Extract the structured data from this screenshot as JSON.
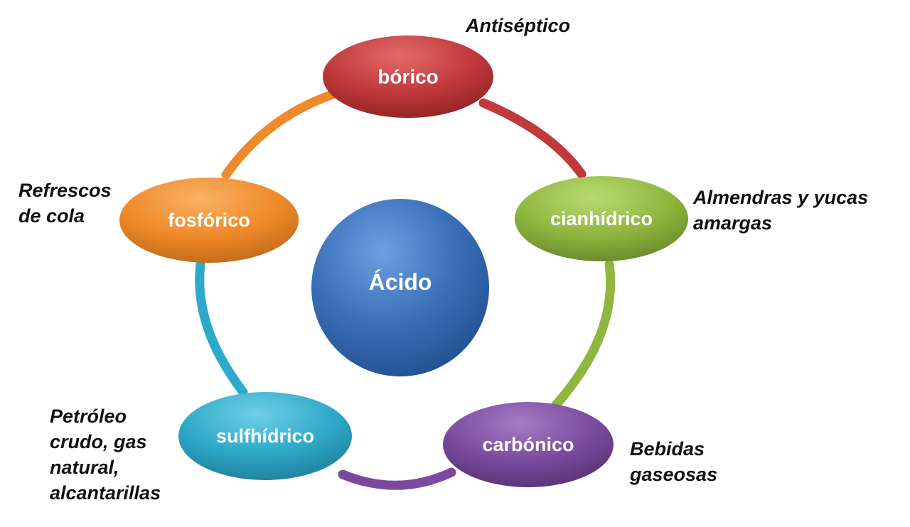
{
  "center": {
    "label": "Ácido",
    "color": "#3a6fb8"
  },
  "nodes": [
    {
      "id": "borico",
      "label": "bórico",
      "color": "#c0393b",
      "annotation_lines": [
        "Antiséptico"
      ]
    },
    {
      "id": "cianhidrico",
      "label": "cianhídrico",
      "color": "#8fb73f",
      "annotation_lines": [
        "Almendras y yucas",
        "amargas"
      ]
    },
    {
      "id": "carbonico",
      "label": "carbónico",
      "color": "#7b4a9e",
      "annotation_lines": [
        "Bebidas",
        "gaseosas"
      ]
    },
    {
      "id": "sulfhidrico",
      "label": "sulfhídrico",
      "color": "#2fa9c9",
      "annotation_lines": [
        "Petróleo",
        "crudo, gas",
        "natural,",
        "alcantarillas"
      ]
    },
    {
      "id": "fosforico",
      "label": "fosfórico",
      "color": "#ef8a2a",
      "annotation_lines": [
        "Refrescos",
        "de cola"
      ]
    }
  ]
}
